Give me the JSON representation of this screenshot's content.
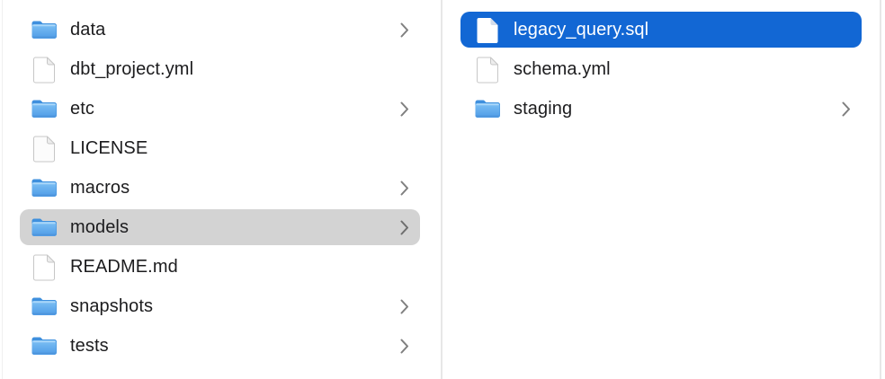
{
  "colors": {
    "selection_blue": "#1267d4",
    "selection_gray": "#d3d3d3",
    "divider": "#e7e7e7",
    "text": "#1c1c1e",
    "selected_text": "#ffffff",
    "chevron": "#7f7f7f",
    "chevron_on_gray": "#6e6e6e",
    "folder_blue_light": "#7dc0f4",
    "folder_blue_dark": "#4e9be7"
  },
  "columns": [
    {
      "name": "parent-folder-column",
      "items": [
        {
          "label": "data",
          "icon": "folder-icon",
          "chevron": true,
          "selected": false
        },
        {
          "label": "dbt_project.yml",
          "icon": "document-icon",
          "chevron": false,
          "selected": false
        },
        {
          "label": "etc",
          "icon": "folder-icon",
          "chevron": true,
          "selected": false
        },
        {
          "label": "LICENSE",
          "icon": "document-icon",
          "chevron": false,
          "selected": false
        },
        {
          "label": "macros",
          "icon": "folder-icon",
          "chevron": true,
          "selected": false
        },
        {
          "label": "models",
          "icon": "folder-icon",
          "chevron": true,
          "selected": true,
          "selection_style": "inactive-gray"
        },
        {
          "label": "README.md",
          "icon": "document-icon",
          "chevron": false,
          "selected": false
        },
        {
          "label": "snapshots",
          "icon": "folder-icon",
          "chevron": true,
          "selected": false
        },
        {
          "label": "tests",
          "icon": "folder-icon",
          "chevron": true,
          "selected": false
        }
      ]
    },
    {
      "name": "models-folder-column",
      "items": [
        {
          "label": "legacy_query.sql",
          "icon": "document-icon",
          "chevron": false,
          "selected": true,
          "selection_style": "active-blue"
        },
        {
          "label": "schema.yml",
          "icon": "document-icon",
          "chevron": false,
          "selected": false
        },
        {
          "label": "staging",
          "icon": "folder-icon",
          "chevron": true,
          "selected": false
        }
      ]
    }
  ]
}
